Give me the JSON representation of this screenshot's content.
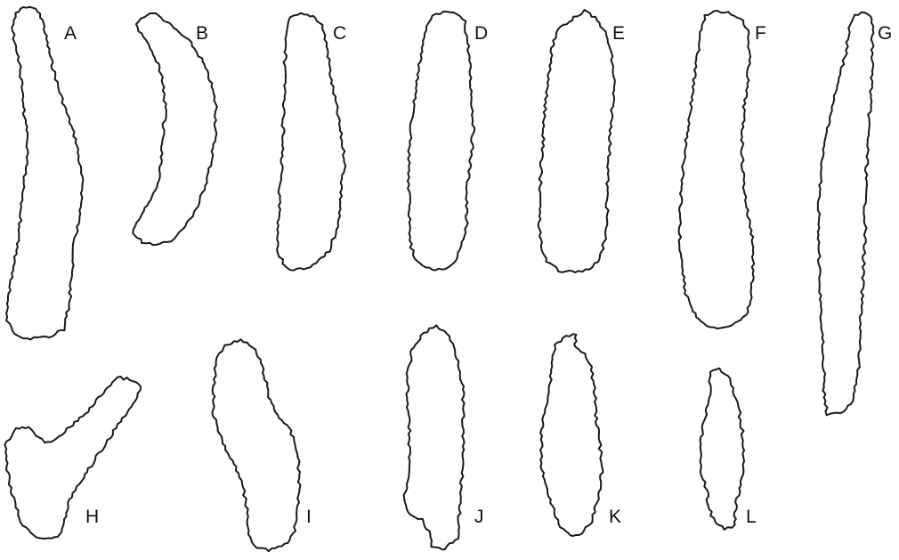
{
  "labels": {
    "A": "A",
    "B": "B",
    "C": "C",
    "D": "D",
    "E": "E",
    "F": "F",
    "G": "G",
    "H": "H",
    "I": "I",
    "J": "J",
    "K": "K",
    "L": "L"
  },
  "colors": {
    "background": "#ffffff",
    "outline": "#1a1a1a",
    "text": "#111111"
  }
}
